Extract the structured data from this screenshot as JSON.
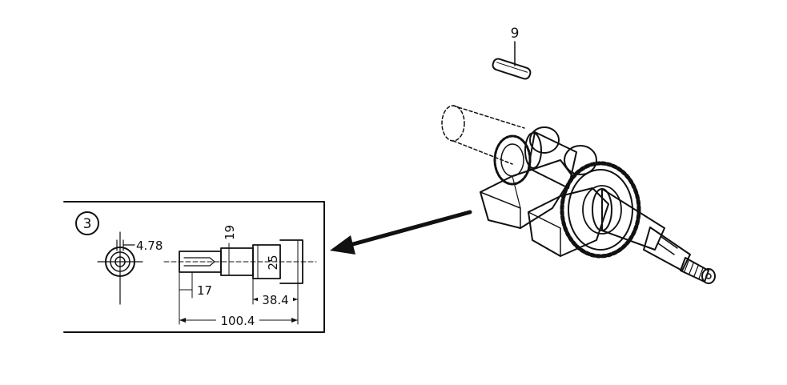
{
  "part_label": "9",
  "inset": {
    "number": "3",
    "dimensions": {
      "key_width": "4.78",
      "shaft_dia_small": "19",
      "shaft_dia_large": "25",
      "keyway_length": "17",
      "step_length": "38.4",
      "total_length": "100.4"
    }
  },
  "colors": {
    "ink": "#111111",
    "background": "#ffffff"
  }
}
